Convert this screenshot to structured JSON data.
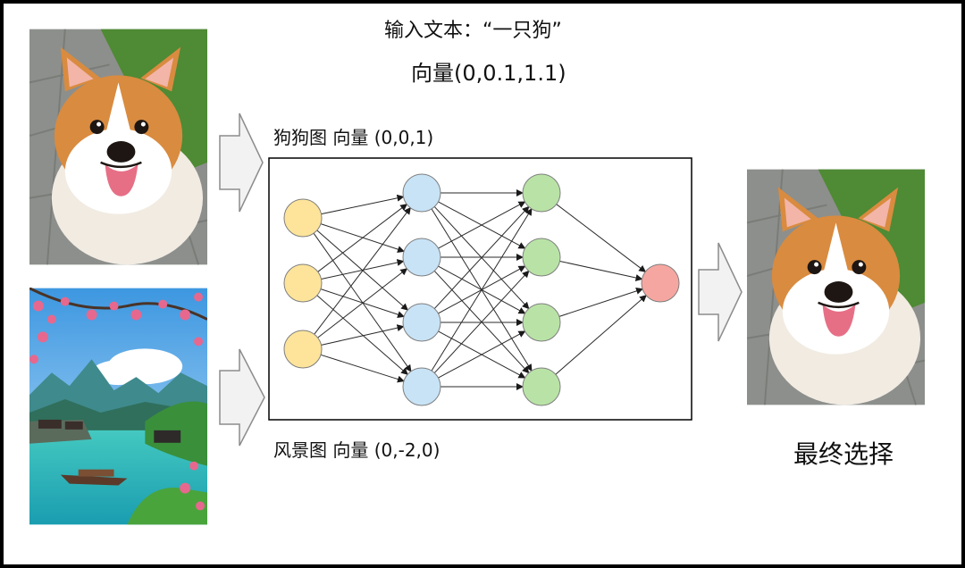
{
  "input_text_label": "输入文本：“一只狗”",
  "query_vector_label": "向量(0,0.1,1.1)",
  "dog_image_vector_label": "狗狗图 向量 (0,0,1)",
  "scenery_image_vector_label": "风景图 向量 (0,-2,0)",
  "final_choice_label": "最终选择",
  "network": {
    "layers": [
      3,
      4,
      4,
      1
    ],
    "layer_colors": [
      "#fde49a",
      "#c8e3f6",
      "#b9e3a6",
      "#f6a6a0"
    ]
  }
}
